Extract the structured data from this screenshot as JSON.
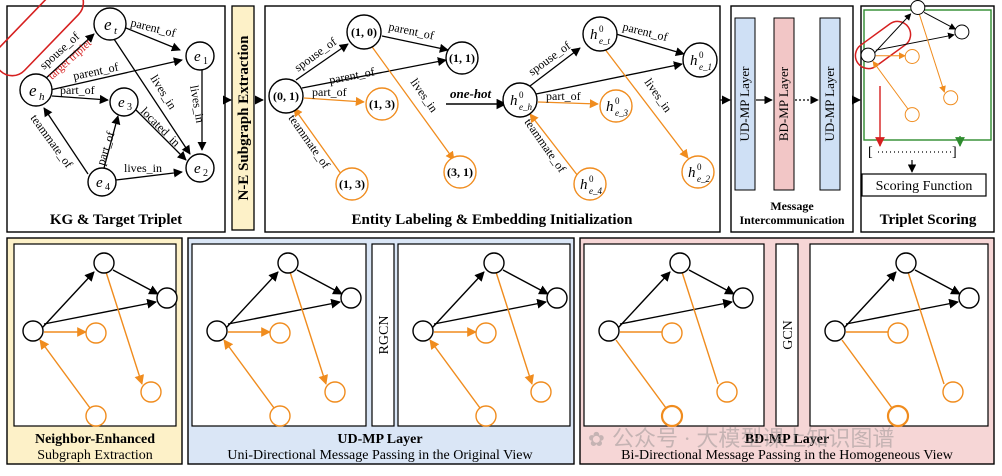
{
  "colors": {
    "black": "#000000",
    "orange": "#f08c1e",
    "red": "#d62020",
    "green": "#2e8b2e",
    "yellow_bg": "#fdf1c8",
    "blue_bg": "#dae6f6",
    "pink_bg": "#f6d6d6",
    "ud_bar": "#cfe0f5",
    "bd_bar": "#f2c6c6"
  },
  "panels": {
    "kg": {
      "title": "KG & Target Triplet",
      "nodes": {
        "et_main": "e",
        "et_sub": "t",
        "eh_main": "e",
        "eh_sub": "h",
        "e1_main": "e",
        "e1_sub": "1",
        "e3_main": "e",
        "e3_sub": "3",
        "e2_main": "e",
        "e2_sub": "2",
        "e4_main": "e",
        "e4_sub": "4"
      },
      "edges": {
        "spouse_of": "spouse_of",
        "target_triplet": "target triplet",
        "parent_of_top": "parent_of",
        "parent_of_mid": "parent_of",
        "part_of_mid": "part_of",
        "lives_in_vertical": "lives_in",
        "lives_in_right": "lives_in",
        "located_in": "located_in",
        "teammate_of": "teammate_of",
        "part_of_low": "part_of",
        "lives_in_bottom": "lives_in"
      }
    },
    "ne_extraction": {
      "label": "N-E Subgraph Extraction"
    },
    "labeling": {
      "title": "Entity Labeling & Embedding Initialization",
      "onehot": "one-hot",
      "labels": {
        "n10": "(1, 0)",
        "n11": "(1, 1)",
        "n01": "(0, 1)",
        "n13": "(1, 3)",
        "n13b": "(1, 3)",
        "n31": "(3, 1)"
      },
      "edges": {
        "spouse_of": "spouse_of",
        "parent_of_top": "parent_of",
        "parent_of_mid": "parent_of",
        "part_of": "part_of",
        "lives_in": "lives_in",
        "teammate_of": "teammate_of"
      },
      "emb": {
        "sup": "0",
        "h": "h",
        "et_sub": "e_t",
        "e1_sub": "e_1",
        "eh_sub": "e_h",
        "e3_sub": "e_3",
        "e4_sub": "e_4",
        "e2_sub": "e_2"
      }
    },
    "message": {
      "title": "Message",
      "subtitle": "Intercommunication",
      "ud1": "UD-MP Layer",
      "bd": "BD-MP Layer",
      "ud2": "UD-MP Layer"
    },
    "scoring": {
      "title": "Triplet Scoring",
      "function": "Scoring Function"
    },
    "bottom": {
      "ne_title": "Neighbor-Enhanced",
      "ne_sub": "Subgraph Extraction",
      "ud_title": "UD-MP Layer",
      "ud_sub": "Uni-Directional Message Passing in the Original View",
      "rgcn": "RGCN",
      "bd_title": "BD-MP Layer",
      "bd_sub": "Bi-Directional Message Passing in the Homogeneous View",
      "gcn": "GCN"
    }
  },
  "watermark": "公众号 · 大模型课上知识图谱"
}
